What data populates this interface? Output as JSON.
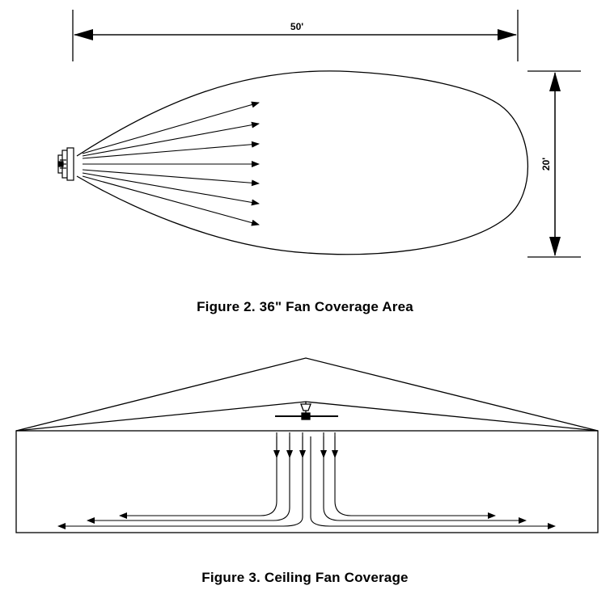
{
  "figure2": {
    "caption": "Figure 2.  36\" Fan Coverage Area",
    "length_label": "50'",
    "width_label": "20'"
  },
  "figure3": {
    "caption": "Figure 3.  Ceiling Fan Coverage"
  },
  "colors": {
    "line": "#000000",
    "background": "#ffffff"
  }
}
